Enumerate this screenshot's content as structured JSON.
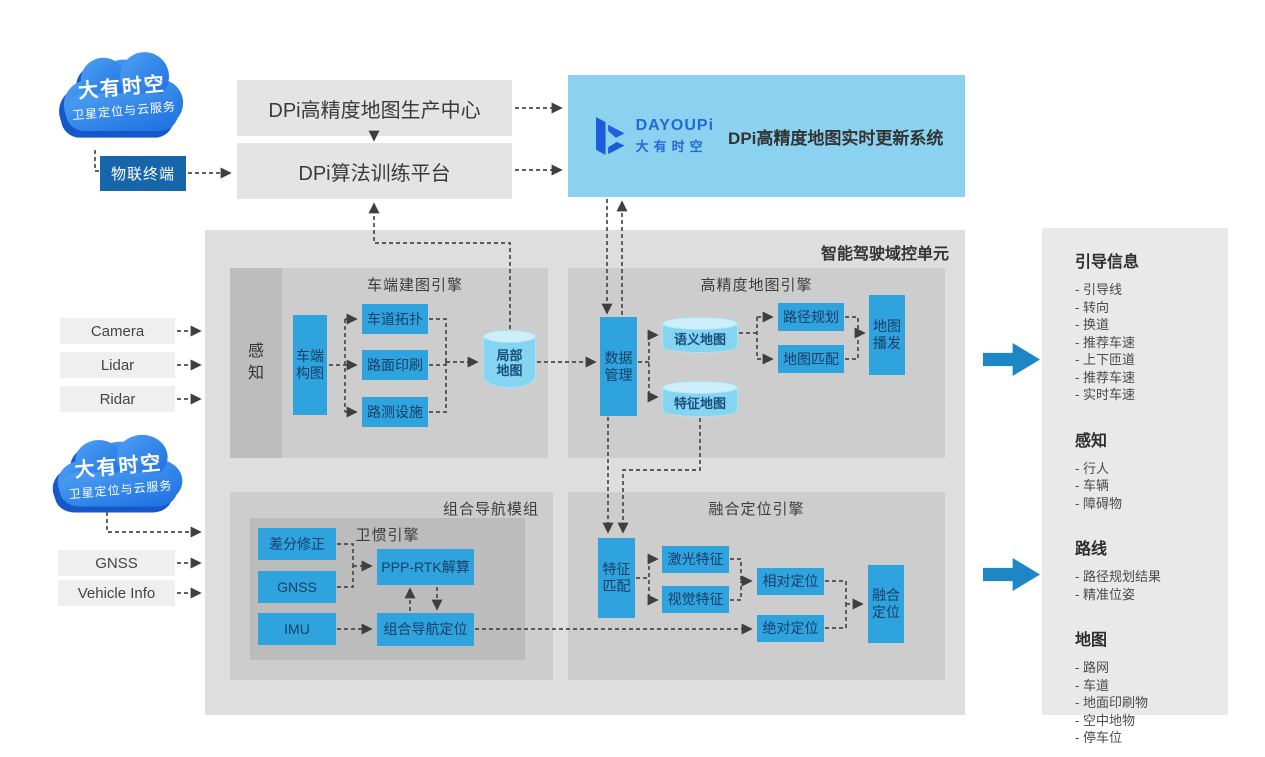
{
  "cloud_top": {
    "title": "大有时空",
    "subtitle": "卫星定位与云服务"
  },
  "cloud_bottom": {
    "title": "大有时空",
    "subtitle": "卫星定位与云服务"
  },
  "iot_terminal": {
    "label": "物联终端"
  },
  "production_center": {
    "label": "DPi高精度地图生产中心"
  },
  "training_platform": {
    "label": "DPi算法训练平台"
  },
  "realtime_system": {
    "logo_en": "DAYOUPi",
    "logo_cn": "大有时空",
    "label": "DPi高精度地图实时更新系统"
  },
  "inputs": {
    "camera": "Camera",
    "lidar": "Lidar",
    "ridar": "Ridar",
    "gnss": "GNSS",
    "vehicle_info": "Vehicle Info"
  },
  "domain_unit": {
    "title": "智能驾驶域控单元",
    "perception_bar": "感知",
    "mapping_engine": {
      "title": "车端建图引擎",
      "builder": "车端构图",
      "lane_topology": "车道拓扑",
      "road_marking": "路面印刷",
      "roadside_facility": "路测设施",
      "local_map": "局部地图"
    },
    "hd_map_engine": {
      "title": "高精度地图引擎",
      "data_mgmt": "数据管理",
      "semantic_map": "语义地图",
      "feature_map": "特征地图",
      "path_planning": "路径规划",
      "map_matching": "地图匹配",
      "map_broadcast": "地图播发"
    },
    "nav_module": {
      "title": "组合导航模组",
      "inertial_engine_title": "卫惯引擎",
      "diff_correction": "差分修正",
      "gnss": "GNSS",
      "imu": "IMU",
      "ppp_rtk": "PPP-RTK解算",
      "integrated_nav": "组合导航定位"
    },
    "fusion_engine": {
      "title": "融合定位引擎",
      "feature_matching": "特征匹配",
      "laser_feature": "激光特征",
      "visual_feature": "视觉特征",
      "relative_pos": "相对定位",
      "absolute_pos": "绝对定位",
      "fusion_pos": "融合定位"
    }
  },
  "output_panel": {
    "sections": [
      {
        "title": "引导信息",
        "items": [
          "- 引导线",
          "- 转向",
          "- 换道",
          "- 推荐车速",
          "- 上下匝道",
          "- 推荐车速",
          "- 实时车速"
        ]
      },
      {
        "title": "感知",
        "items": [
          "- 行人",
          "- 车辆",
          "- 障碍物"
        ]
      },
      {
        "title": "路线",
        "items": [
          "- 路径规划结果",
          "- 精准位姿"
        ]
      },
      {
        "title": "地图",
        "items": [
          "- 路网",
          "- 车道",
          "- 地面印刷物",
          "- 空中地物",
          "- 停车位"
        ]
      }
    ]
  },
  "colors": {
    "node_blue": "#2ea3de",
    "panel_light_blue": "#8bd2f0",
    "cloud_blue": "#2b7be4",
    "flow_arrow_blue": "#1d87c5",
    "node_text": "#173f66"
  }
}
